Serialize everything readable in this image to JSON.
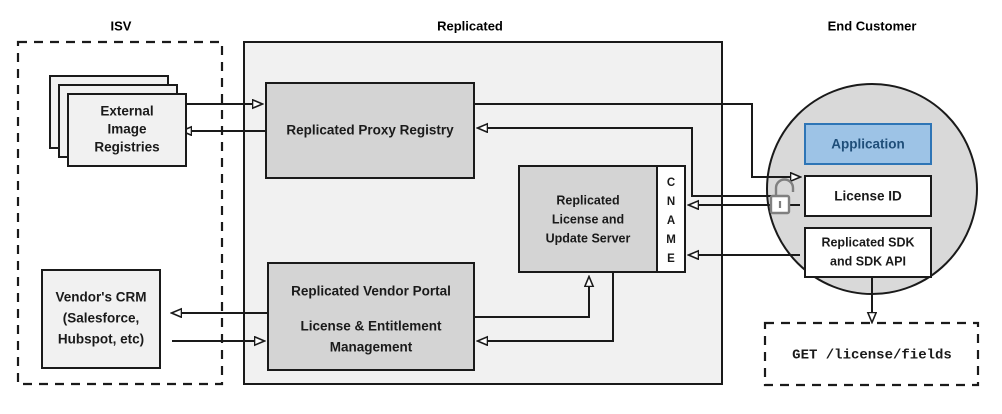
{
  "diagram": {
    "title_zones": [
      {
        "id": "isv",
        "label": "ISV"
      },
      {
        "id": "replicated",
        "label": "Replicated"
      },
      {
        "id": "end_customer",
        "label": "End Customer"
      }
    ],
    "isv_zone": {
      "label": "ISV",
      "nodes": [
        {
          "id": "external-image-registries",
          "lines": [
            "External",
            "Image",
            "Registries"
          ],
          "style": "stacked-card",
          "fill": "#f1f1f1"
        },
        {
          "id": "vendors-crm",
          "lines": [
            "Vendor's CRM",
            "(Salesforce,",
            "Hubspot, etc)"
          ],
          "style": "card",
          "fill": "#f1f1f1"
        }
      ]
    },
    "replicated_zone": {
      "label": "Replicated",
      "fill": "#f1f1f1",
      "nodes": [
        {
          "id": "replicated-proxy-registry",
          "lines": [
            "Replicated Proxy Registry"
          ],
          "fill": "#d4d4d4"
        },
        {
          "id": "replicated-license-and-update-server",
          "lines": [
            "Replicated",
            "License and",
            "Update Server"
          ],
          "fill": "#d4d4d4"
        },
        {
          "id": "cname-panel",
          "letters": [
            "C",
            "N",
            "A",
            "M",
            "E"
          ],
          "fill": "#ffffff"
        },
        {
          "id": "replicated-vendor-portal",
          "lines": [
            "Replicated Vendor Portal",
            "License & Entitlement",
            "Management"
          ],
          "fill": "#d4d4d4"
        }
      ]
    },
    "end_customer_zone": {
      "label": "End Customer",
      "circle_fill": "#d9d9d9",
      "nodes": [
        {
          "id": "application",
          "lines": [
            "Application"
          ],
          "fill": "#9dc3e6",
          "stroke": "#2e75b6",
          "text_color": "#1f4e79"
        },
        {
          "id": "license-id",
          "lines": [
            "License ID"
          ],
          "fill": "#ffffff"
        },
        {
          "id": "replicated-sdk-and-sdk-api",
          "lines": [
            "Replicated SDK",
            "and SDK API"
          ],
          "fill": "#ffffff"
        }
      ],
      "lock_icon": "unlocked-padlock-icon"
    },
    "request_box": {
      "id": "get-license-fields",
      "text": "GET /license/fields",
      "style": "dashed"
    }
  }
}
